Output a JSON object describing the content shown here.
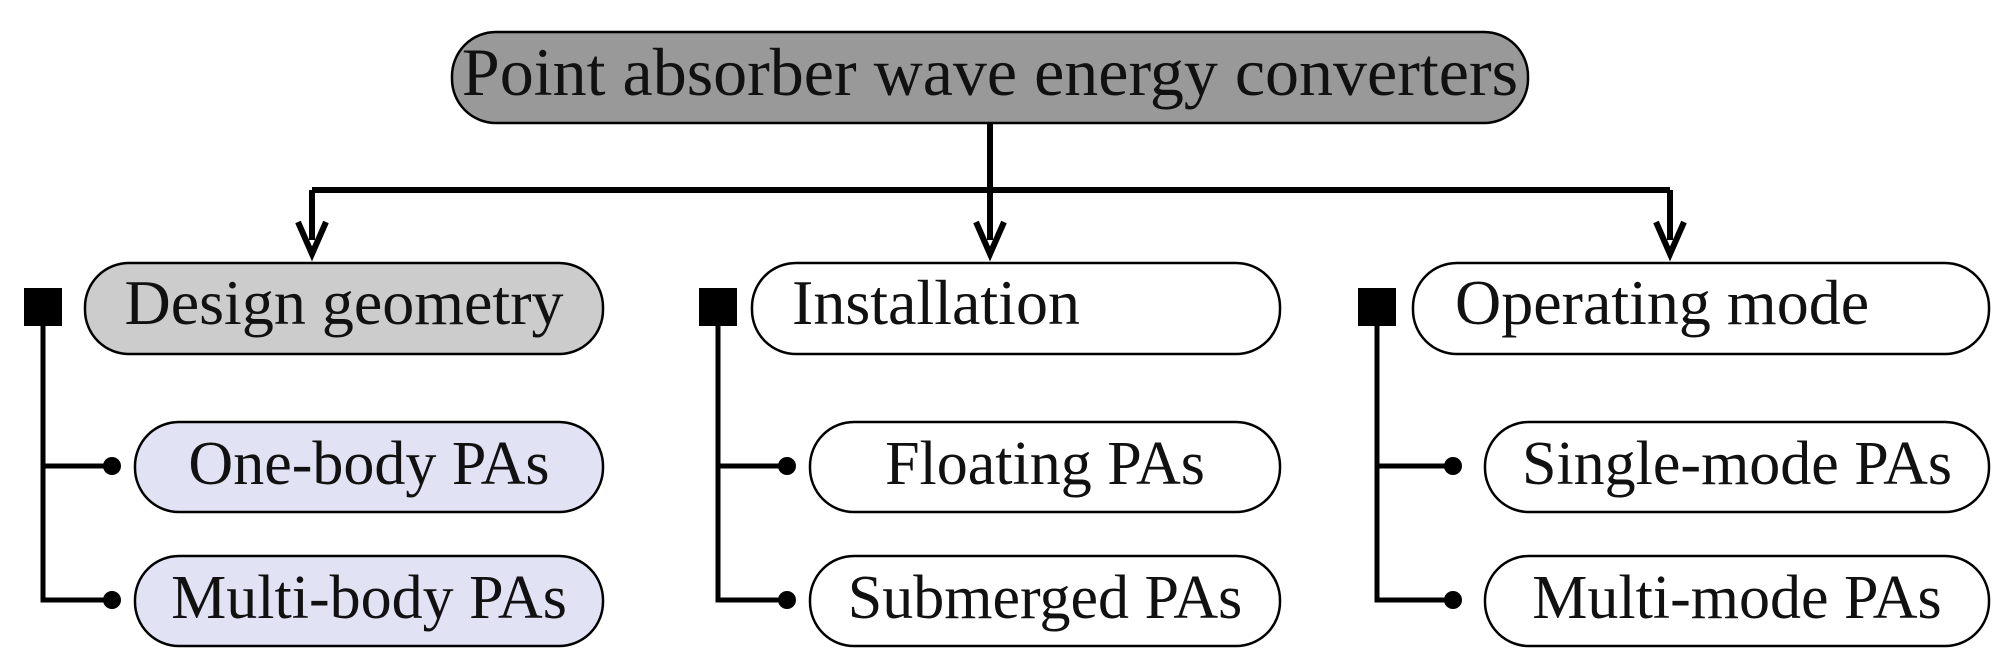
{
  "root": {
    "label": "Point absorber wave energy converters"
  },
  "categories": [
    {
      "label": "Design geometry",
      "children": [
        "One-body PAs",
        "Multi-body PAs"
      ]
    },
    {
      "label": "Installation",
      "children": [
        "Floating PAs",
        "Submerged PAs"
      ]
    },
    {
      "label": "Operating mode",
      "children": [
        "Single-mode PAs",
        "Multi-mode PAs"
      ]
    }
  ],
  "colors": {
    "root_fill": "#999999",
    "highlight_category_fill": "#cccccc",
    "highlight_leaf_fill": "#e1e3f5",
    "plain_fill": "#ffffff",
    "line": "#000000"
  }
}
